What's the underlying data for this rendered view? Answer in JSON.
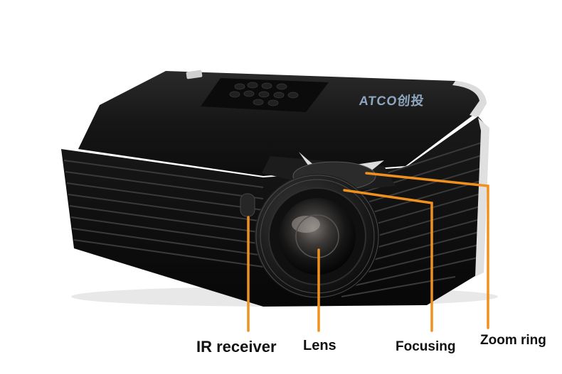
{
  "brand_logo": {
    "text": "ATCO创投",
    "color": "#8fa6bf"
  },
  "callouts": [
    {
      "id": "ir",
      "label": "IR receiver"
    },
    {
      "id": "lens",
      "label": "Lens"
    },
    {
      "id": "focusing",
      "label": "Focusing"
    },
    {
      "id": "zoom",
      "label": "Zoom ring"
    }
  ],
  "colors": {
    "callout_line": "#f0901e",
    "projector_body": "#141414",
    "label_text": "#111111"
  }
}
